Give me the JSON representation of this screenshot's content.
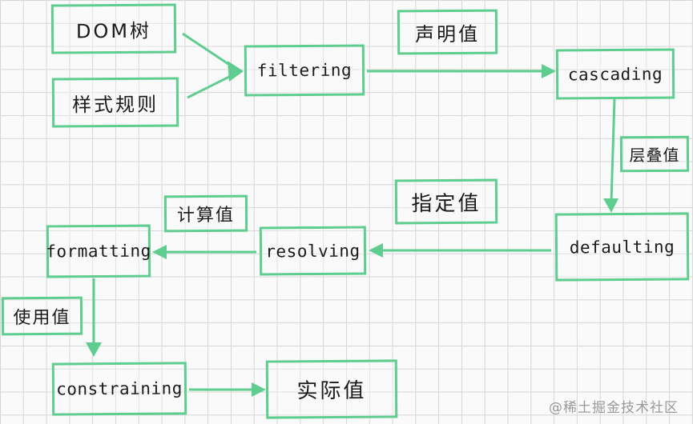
{
  "nodes": {
    "dom_tree": "DOM树",
    "style_rules": "样式规则",
    "filtering": "filtering",
    "declared_value": "声明值",
    "cascading": "cascading",
    "cascaded_value": "层叠值",
    "defaulting": "defaulting",
    "specified_value": "指定值",
    "resolving": "resolving",
    "computed_value": "计算值",
    "formatting": "formatting",
    "used_value": "使用值",
    "constraining": "constraining",
    "actual_value": "实际值"
  },
  "watermark": "@稀土掘金技术社区",
  "colors": {
    "accent": "#5fcd8f",
    "grid": "#d6d6d6",
    "background": "#fafafa"
  }
}
